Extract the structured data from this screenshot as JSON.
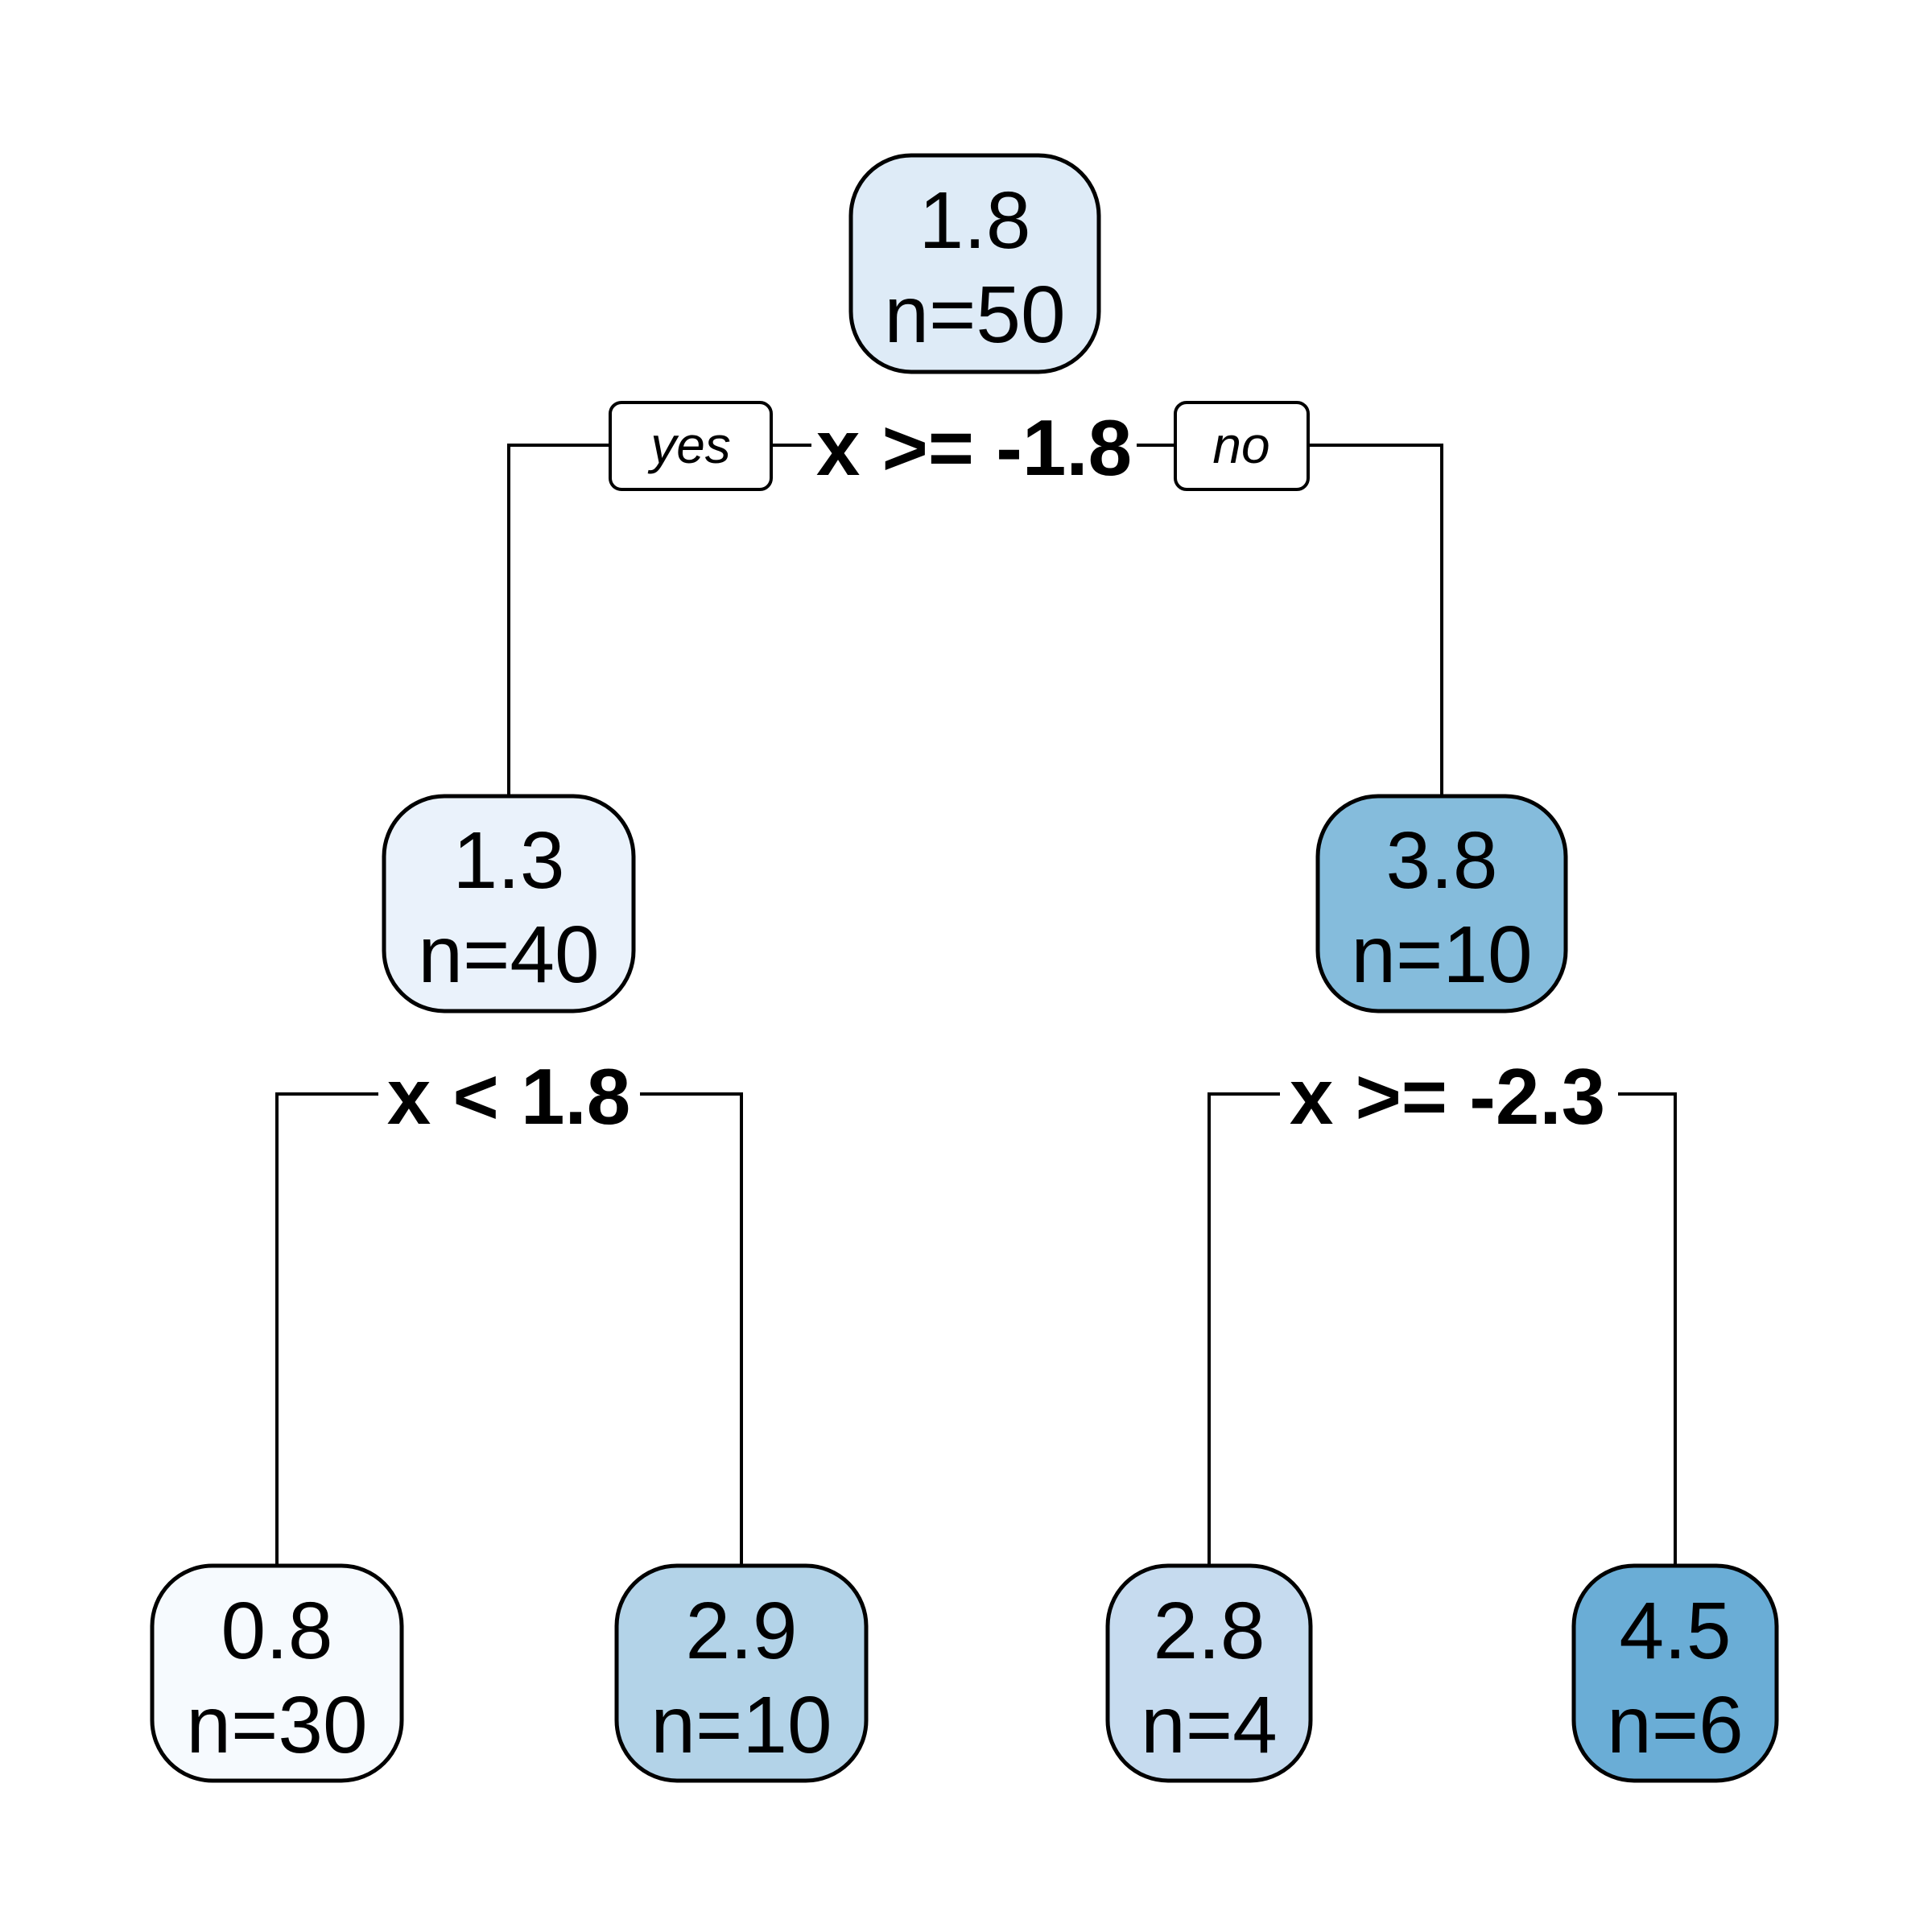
{
  "chart_data": {
    "type": "tree",
    "title": "",
    "nodes": [
      {
        "id": "root",
        "value": "1.8",
        "n_label": "n=50",
        "fill": "#DEEBF7"
      },
      {
        "id": "left",
        "value": "1.3",
        "n_label": "n=40",
        "fill": "#EAF2FB"
      },
      {
        "id": "right",
        "value": "3.8",
        "n_label": "n=10",
        "fill": "#85BCDC"
      },
      {
        "id": "leaf1",
        "value": "0.8",
        "n_label": "n=30",
        "fill": "#F6FAFE"
      },
      {
        "id": "leaf2",
        "value": "2.9",
        "n_label": "n=10",
        "fill": "#B3D3E8"
      },
      {
        "id": "leaf3",
        "value": "2.8",
        "n_label": "n=4",
        "fill": "#C6DBEF"
      },
      {
        "id": "leaf4",
        "value": "4.5",
        "n_label": "n=6",
        "fill": "#6AADD6"
      }
    ],
    "splits": [
      {
        "node": "root",
        "label": "x >= -1.8",
        "yes": "left",
        "no": "right"
      },
      {
        "node": "left",
        "label": "x < 1.8",
        "yes": "leaf1",
        "no": "leaf2"
      },
      {
        "node": "right",
        "label": "x >= -2.3",
        "yes": "leaf3",
        "no": "leaf4"
      }
    ],
    "branch_labels": {
      "yes": "yes",
      "no": "no"
    }
  }
}
